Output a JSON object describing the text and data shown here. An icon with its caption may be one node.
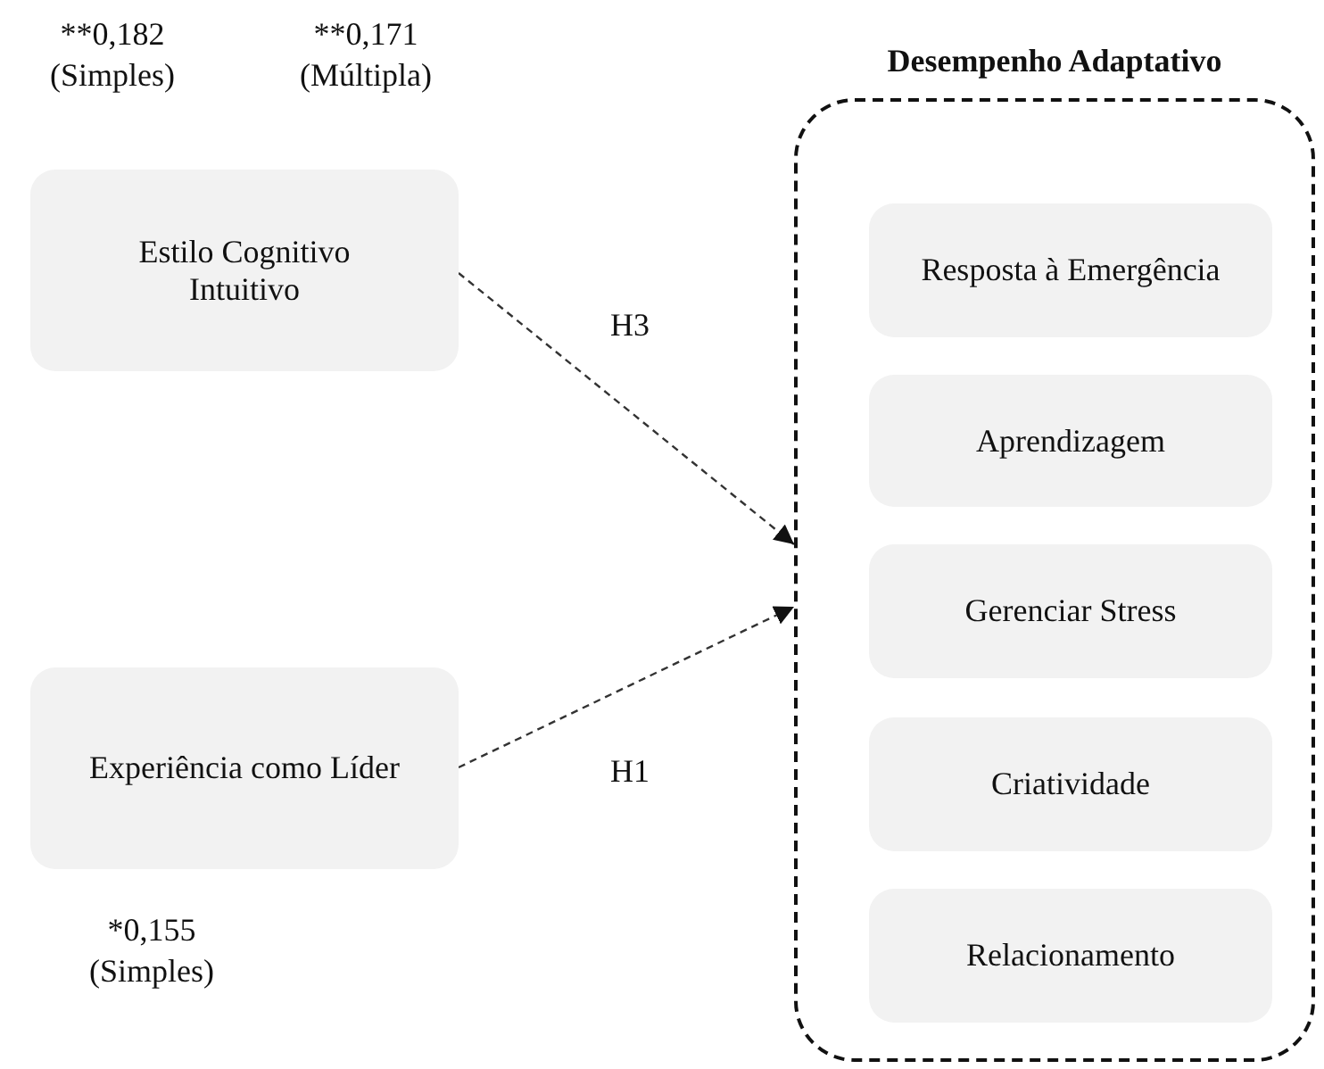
{
  "diagram": {
    "nodes": [
      {
        "text": [
          "Estilo Cognitivo Intuitivo"
        ]
      },
      {
        "text": [
          "Experiência como Líder"
        ]
      },
      {
        "text": [
          "Desempenho Adaptativo"
        ]
      },
      {
        "text": [
          "Resposta à Emergência"
        ],
        "in": 2
      },
      {
        "text": [
          "Aprendizagem"
        ],
        "in": 2
      },
      {
        "text": [
          "Gerenciar Stress"
        ],
        "in": 2
      },
      {
        "text": [
          "Criatividade"
        ],
        "in": 2
      },
      {
        "text": [
          "Relacionamento"
        ],
        "in": 2
      }
    ],
    "edges": [
      {
        "from": 0,
        "to": 2,
        "arrow": "to",
        "label": "H3",
        "style": "dashed"
      },
      {
        "from": 1,
        "to": 2,
        "arrow": "to",
        "label": "H1",
        "style": "dashed"
      }
    ],
    "labels": [
      "**0,182 (Simples)",
      "**0,171 (Múltipla)",
      "*0,155 (Simples)"
    ]
  }
}
